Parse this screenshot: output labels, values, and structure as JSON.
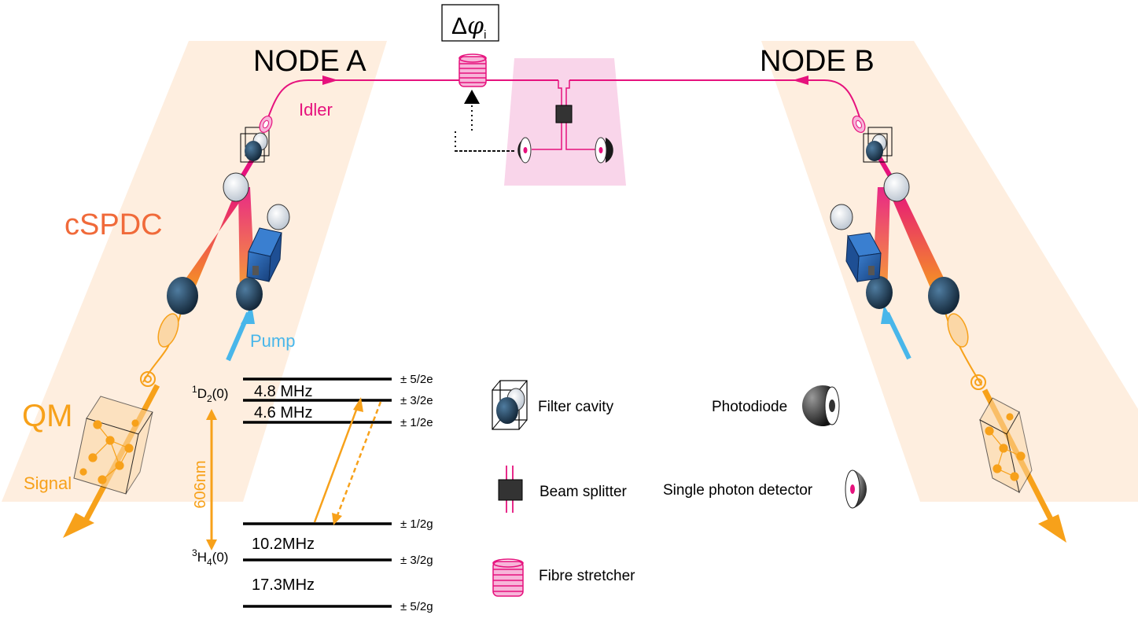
{
  "phase_box": {
    "delta": "Δ",
    "phi": "φ",
    "sub": "i"
  },
  "nodes": {
    "a": "NODE A",
    "b": "NODE B"
  },
  "beams": {
    "idler": "Idler",
    "cspdc": "cSPDC",
    "pump": "Pump",
    "qm": "QM",
    "signal": "Signal"
  },
  "levels": {
    "excited": {
      "sup": "1",
      "main": "D",
      "sub": "2",
      "paren": "(0)"
    },
    "ground": {
      "sup": "3",
      "main": "H",
      "sub": "4",
      "paren": "(0)"
    },
    "wavelength": "606nm",
    "splittings": [
      "4.8 MHz",
      "4.6 MHz",
      "10.2MHz",
      "17.3MHz"
    ],
    "states": [
      "± 5/2e",
      "± 3/2e",
      "± 1/2e",
      "± 1/2g",
      "± 3/2g",
      "± 5/2g"
    ]
  },
  "legend": {
    "filter_cavity": "Filter cavity",
    "beam_splitter": "Beam splitter",
    "fibre_stretcher": "Fibre stretcher",
    "photodiode": "Photodiode",
    "spd": "Single photon detector"
  },
  "colors": {
    "magenta": "#e6127d",
    "orange": "#f7a11a",
    "cyan": "#48b6ea",
    "node_band": "#fde8d4",
    "center_band": "#f9d5ea",
    "crystal_blue": "#2562ad",
    "lens_dark": "#1f3d5a"
  }
}
